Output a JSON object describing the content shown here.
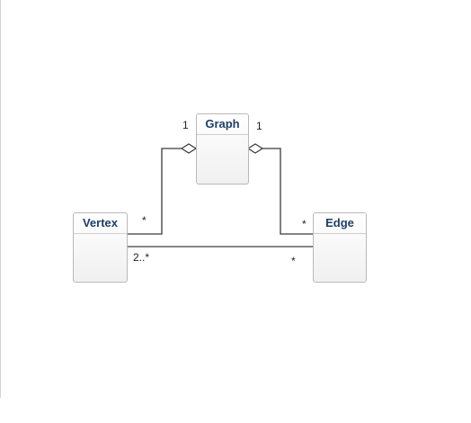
{
  "classes": {
    "graph": {
      "name": "Graph"
    },
    "vertex": {
      "name": "Vertex"
    },
    "edge": {
      "name": "Edge"
    }
  },
  "multiplicities": {
    "graph_left": "1",
    "graph_right": "1",
    "vertex_top": "*",
    "vertex_bottom": "2..*",
    "edge_top": "*",
    "edge_bottom": "*"
  },
  "colors": {
    "line": "#3a3a3a",
    "class_name": "#1e3f66",
    "box_border": "#b9b9b9"
  }
}
